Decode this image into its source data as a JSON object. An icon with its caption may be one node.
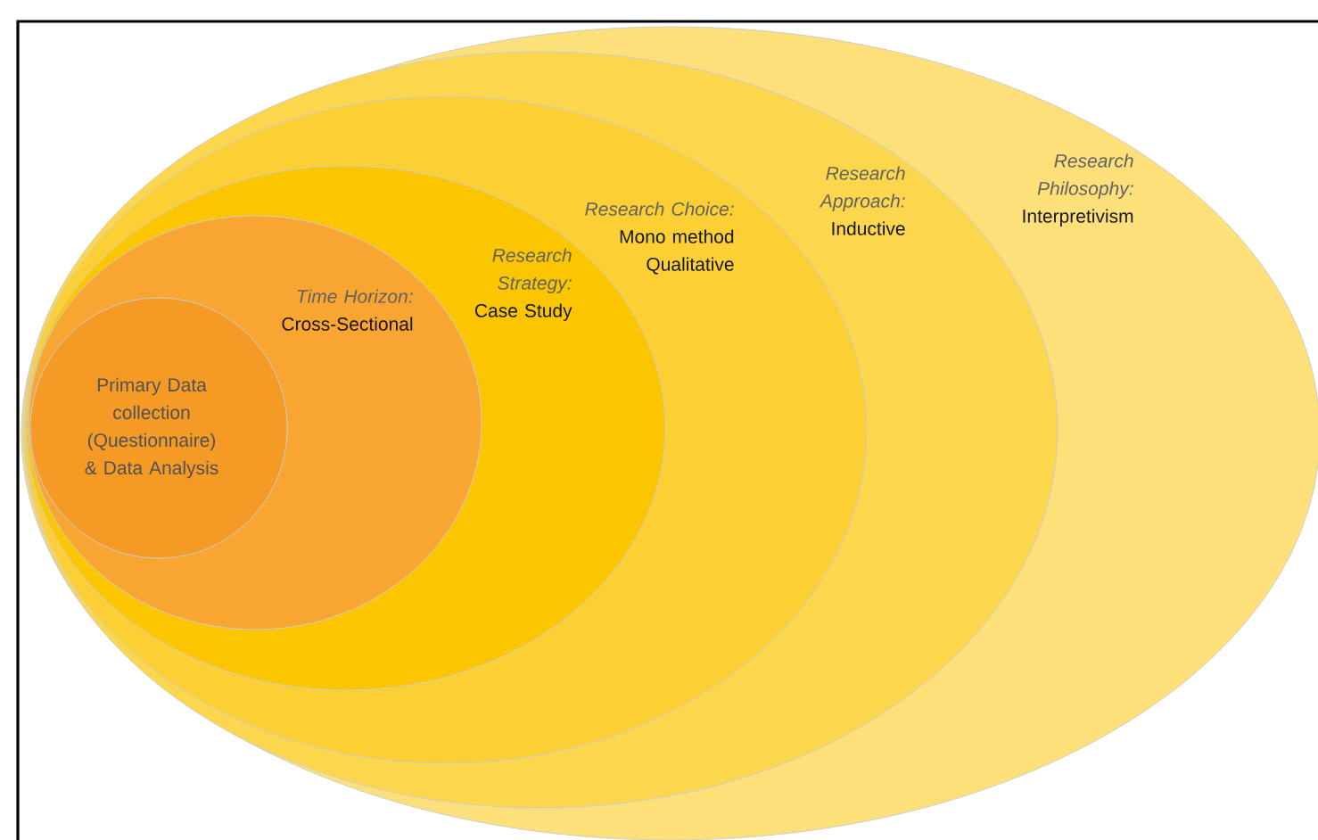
{
  "diagram": {
    "nodes": [
      {
        "text": [
          "Research Philosophy:",
          "Interpretivism"
        ]
      },
      {
        "text": [
          "Research Approach:",
          "Inductive"
        ],
        "in": 0
      },
      {
        "text": [
          "Research Choice:",
          "Mono method Qualitative"
        ],
        "in": 1
      },
      {
        "text": [
          "Research Strategy:",
          "Case Study"
        ],
        "in": 2
      },
      {
        "text": [
          "Time Horizon:",
          "Cross-Sectional"
        ],
        "in": 3
      },
      {
        "text": [
          "Primary Data collection (Questionnaire) & Data Analysis"
        ],
        "in": 4
      }
    ]
  }
}
